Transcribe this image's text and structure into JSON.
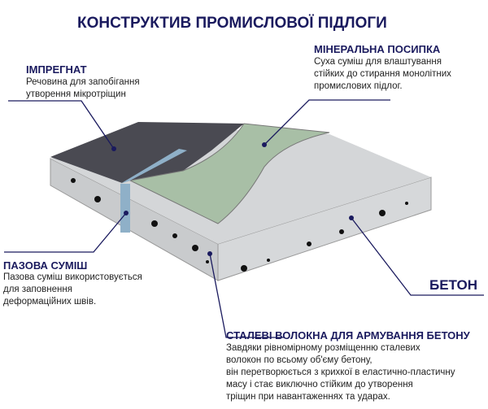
{
  "title": "КОНСТРУКТИВ ПРОМИСЛОВОЇ ПІДЛОГИ",
  "impregnat": {
    "heading": "ІМПРЕГНАТ",
    "lines": [
      "Речовина для запобігання",
      "утворення мікротріщин"
    ]
  },
  "mineral": {
    "heading": "МІНЕРАЛЬНА ПОСИПКА",
    "lines": [
      "Суха суміш для влаштування",
      "стійких до стирання монолітних",
      "промислових підлог."
    ]
  },
  "joint": {
    "heading": "ПАЗОВА СУМІШ",
    "lines": [
      "Пазова суміш використовується",
      "для заповнення",
      "деформаційних швів."
    ]
  },
  "concrete": {
    "heading": "БЕТОН"
  },
  "fibers": {
    "heading": "СТАЛЕВІ ВОЛОКНА ДЛЯ АРМУВАННЯ БЕТОНУ",
    "lines": [
      "Завдяки рівномірному розміщенню сталевих",
      "волокон по всьому об'єму бетону,",
      "він перетворюється з крихкої в еластично-пластичну",
      "масу і стає виключно стійким до утворення",
      "тріщин при навантаженнях та ударах."
    ]
  },
  "colors": {
    "title": "#1a1a5e",
    "dark_layer": "#4a4a52",
    "green_layer": "#a8bfa6",
    "concrete": "#d4d6d8",
    "joint": "#8fb0c8",
    "line": "#1a1a5e"
  }
}
